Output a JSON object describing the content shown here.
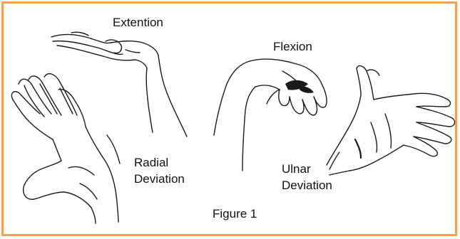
{
  "labels": {
    "extension": "Extention",
    "flexion": "Flexion",
    "radial_line1": "Radial",
    "radial_line2": "Deviation",
    "ulnar_line1": "Ulnar",
    "ulnar_line2": "Deviation",
    "caption": "Figure 1"
  },
  "icons": [
    "extension-hand",
    "flexion-hand",
    "radial-deviation-hand",
    "ulnar-deviation-hand"
  ],
  "colors": {
    "border": "#f0a256",
    "ink": "#1a1a1a",
    "background": "#ffffff"
  }
}
